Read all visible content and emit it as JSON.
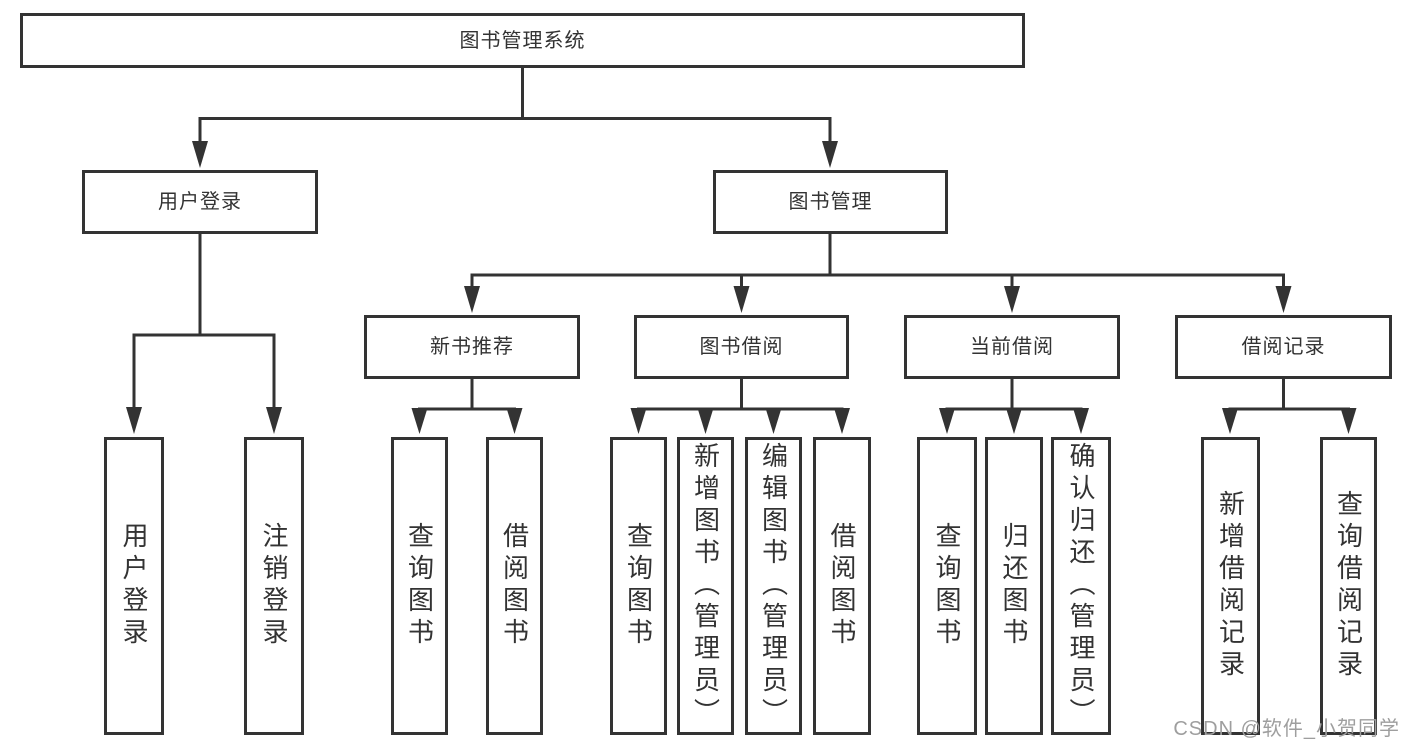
{
  "nodes": {
    "root": "图书管理系统",
    "user_login": "用户登录",
    "book_mgmt": "图书管理",
    "new_book": "新书推荐",
    "book_borrow": "图书借阅",
    "current_borrow": "当前借阅",
    "borrow_records": "借阅记录",
    "leaf_user_login": "用户登录",
    "leaf_logout": "注销登录",
    "leaf_nb_query": "查询图书",
    "leaf_nb_borrow": "借阅图书",
    "leaf_bb_query": "查询图书",
    "leaf_bb_add": "新增图书（管理员）",
    "leaf_bb_edit": "编辑图书（管理员）",
    "leaf_bb_borrow": "借阅图书",
    "leaf_cb_query": "查询图书",
    "leaf_cb_return": "归还图书",
    "leaf_cb_confirm": "确认归还（管理员）",
    "leaf_br_add": "新增借阅记录",
    "leaf_br_query": "查询借阅记录"
  },
  "watermark": {
    "text": "CSDN @软件_小贺同学"
  },
  "colors": {
    "line": "#333333",
    "text": "#333333",
    "watermark": "#9e9e9e",
    "background": "#ffffff"
  }
}
